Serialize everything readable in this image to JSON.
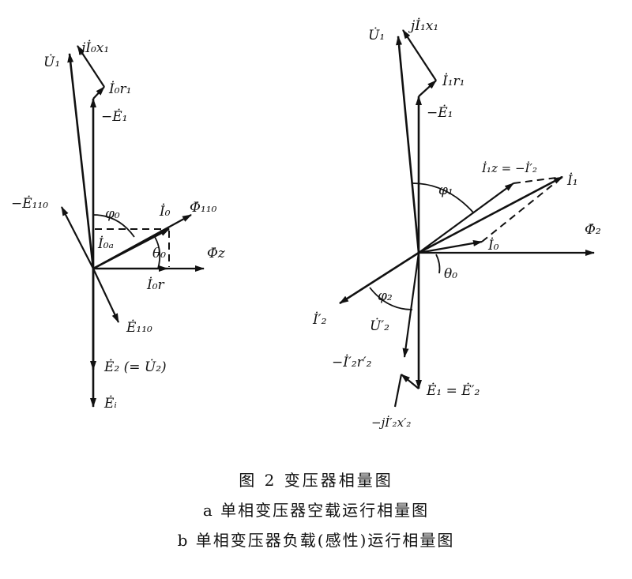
{
  "diagram_a": {
    "labels": {
      "U1": "U̇₁",
      "jI0x1": "jİ₀x₁",
      "I0r1": "İ₀r₁",
      "negE1": "−Ė₁",
      "negE110": "−Ė₁₁₀",
      "phi0": "φ₀",
      "I0": "İ₀",
      "Phi110": "Φ̇₁₁₀",
      "I0a": "İ₀ₐ",
      "theta0": "θ₀",
      "Phiz": "Φ̇z",
      "I0r": "İ₀r",
      "E110": "Ė₁₁₀",
      "E2": "Ė₂ (= U̇₂)",
      "Ei": "Ėᵢ"
    }
  },
  "diagram_b": {
    "labels": {
      "U1": "U̇₁",
      "jI1x1": "jİ₁x₁",
      "I1r1": "İ₁r₁",
      "negE1": "−Ė₁",
      "phi1": "φ₁",
      "I1z": "İ₁z = −İ′₂",
      "I1": "İ₁",
      "Phi2": "Φ̇₂",
      "I0": "İ₀",
      "theta0": "θ₀",
      "I2p": "İ′₂",
      "phi2": "φ₂",
      "U2p": "U̇′₂",
      "negI2r2": "−İ′₂r′₂",
      "negjI2x2": "−jİ′₂x′₂",
      "E1eqE2": "Ė₁ = Ė′₂"
    }
  },
  "caption": {
    "title": "图 2   变压器相量图",
    "line_a": "a 单相变压器空载运行相量图",
    "line_b": "b 单相变压器负载(感性)运行相量图"
  }
}
